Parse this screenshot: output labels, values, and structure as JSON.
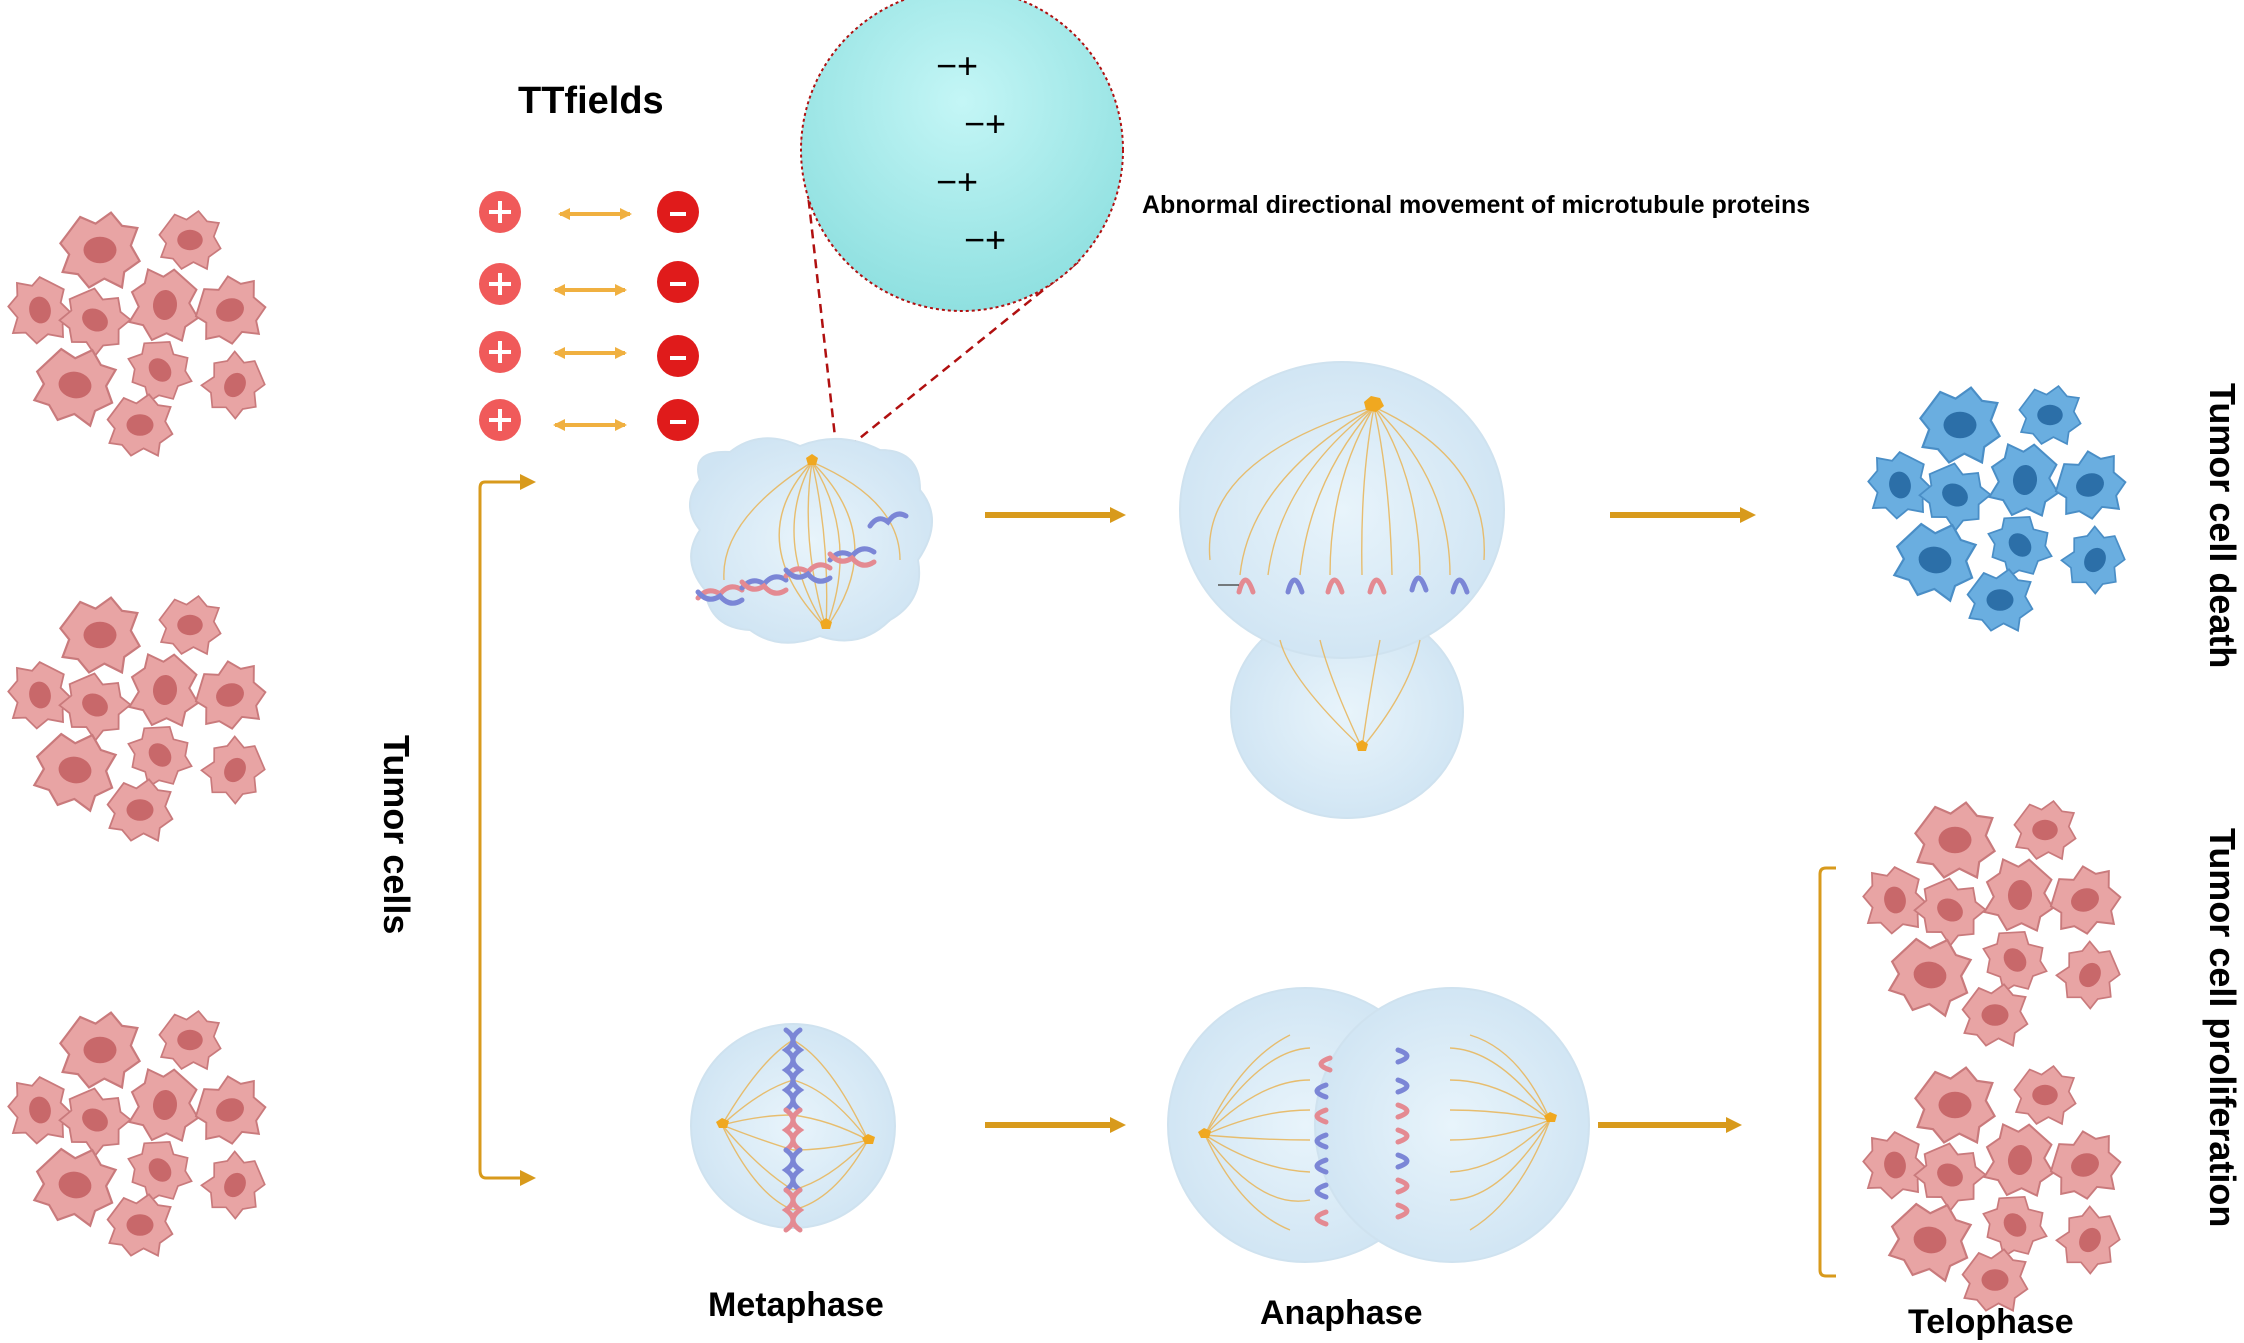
{
  "title": "TTfields",
  "callout": "Abnormal directional movement of microtubule proteins",
  "charges": {
    "plus": "+",
    "minus": "−",
    "pair": "−+"
  },
  "labels": {
    "tumor_cells": "Tumor cells",
    "tumor_cell_death": "Tumor cell death",
    "tumor_cell_proliferation": "Tumor cell proliferation"
  },
  "phases": {
    "metaphase": "Metaphase",
    "anaphase": "Anaphase",
    "telophase": "Telophase"
  },
  "colors": {
    "tumor_cell_fill": "#e8a4a4",
    "tumor_nucleus": "#c8686a",
    "dead_cell_fill": "#6aaee0",
    "dead_nucleus": "#2c6fa8",
    "cell_membrane": "#d9ecf7",
    "spindle": "#e8b860",
    "centrosome": "#f0a820",
    "arrow": "#d89a1c",
    "plus_badge": "#f05a5a",
    "minus_badge": "#e01b1b",
    "field_arrow": "#f0b040",
    "zoom_bubble": "#a8ecec",
    "zoom_line": "#b01010",
    "chrom_blue": "#7b86d6",
    "chrom_red": "#e48a92"
  }
}
